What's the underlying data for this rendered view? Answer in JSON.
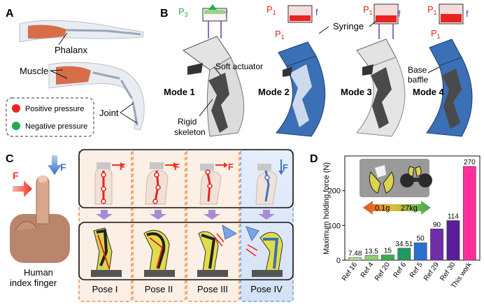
{
  "panels": {
    "a": "A",
    "b": "B",
    "c": "C",
    "d": "D"
  },
  "panel_a": {
    "phalanx": "Phalanx",
    "muscle": "Muscle",
    "joint": "Joint",
    "legend": [
      {
        "label": "Positive pressure",
        "color": "#e8231f"
      },
      {
        "label": "Negative pressure",
        "color": "#27a94a"
      }
    ]
  },
  "panel_b": {
    "p3": "P",
    "p3_sub": "3",
    "p1": "P",
    "p1_sub": "1",
    "f": "f",
    "syringe": "Syringe",
    "soft_actuator": "Soft actuator",
    "rigid_skeleton_1": "Rigid",
    "rigid_skeleton_2": "skeleton",
    "base_baffle_1": "Base",
    "base_baffle_2": "baffle",
    "modes": [
      "Mode 1",
      "Mode 2",
      "Mode 3",
      "Mode 4"
    ]
  },
  "panel_c": {
    "force": "F",
    "human_1": "Human",
    "human_2": "index finger",
    "poses": [
      "Pose I",
      "Pose II",
      "Pose III",
      "Pose IV"
    ]
  },
  "colors": {
    "actuator_blue": "#3b6fb6",
    "pose_orange": "#ee7d31",
    "pose_blue": "#5b8fd0",
    "arrow_purple": "#a98bd6",
    "force_red": "#ee3124",
    "force_blue": "#3f73c4"
  },
  "chart_data": {
    "type": "bar",
    "ylabel": "Maximum holding force (N)",
    "ylim": [
      0,
      300
    ],
    "yticks": [
      0,
      100,
      200
    ],
    "categories": [
      "Ref 16",
      "Ref 4",
      "Ref 20",
      "Ref 6",
      "Ref 5",
      "Ref 29",
      "Ref 30",
      "This work"
    ],
    "values": [
      7.48,
      13.5,
      15,
      34.51,
      50,
      90,
      114,
      270
    ],
    "value_labels": [
      "7.48",
      "13.5",
      "15",
      "34.51",
      "50",
      "90",
      "114",
      "270"
    ],
    "colors": [
      "#b9e39a",
      "#8fd46a",
      "#34b04a",
      "#1e9a62",
      "#2b6fd0",
      "#6f2ea8",
      "#5a1e9a",
      "#ff2f9a"
    ],
    "scale_from": "0.1g",
    "scale_to": "27kg"
  }
}
